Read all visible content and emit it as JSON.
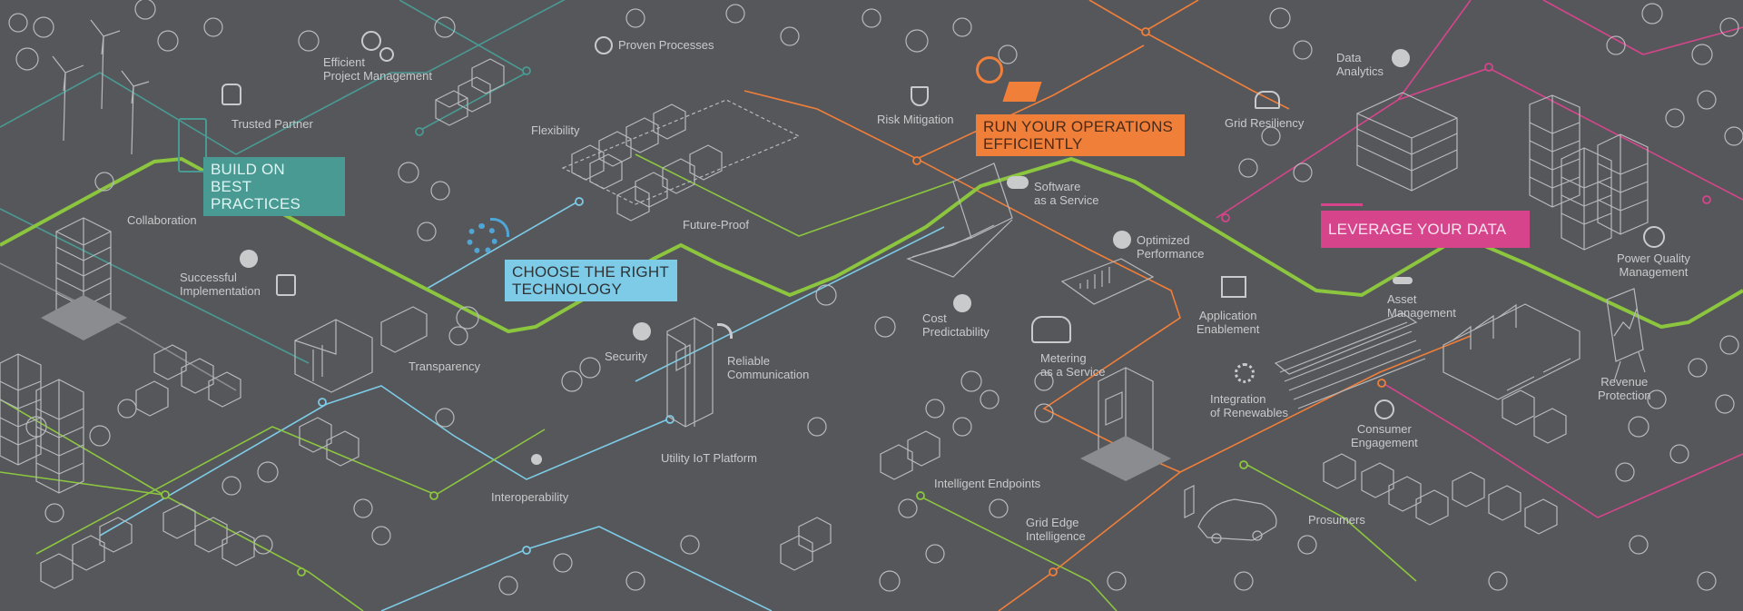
{
  "colors": {
    "background": "#56575b",
    "line_gray": "#b7b9bb",
    "green": "#8cc63f",
    "orange": "#f07f3a",
    "pink": "#d6458c",
    "blue": "#7dcbe6",
    "teal": "#4a9a94"
  },
  "banners": {
    "best_practices": "BUILD ON\nBEST PRACTICES",
    "right_technology": "CHOOSE THE RIGHT\nTECHNOLOGY",
    "operations": "RUN YOUR OPERATIONS\nEFFICIENTLY",
    "data": "LEVERAGE YOUR DATA"
  },
  "labels": {
    "efficient_pm": "Efficient\nProject Management",
    "proven_processes": "Proven Processes",
    "trusted_partner": "Trusted Partner",
    "flexibility": "Flexibility",
    "collaboration": "Collaboration",
    "future_proof": "Future-Proof",
    "successful_impl": "Successful\nImplementation",
    "transparency": "Transparency",
    "security": "Security",
    "reliable_comm": "Reliable\nCommunication",
    "interoperability": "Interoperability",
    "utility_iot": "Utility IoT Platform",
    "risk_mitigation": "Risk Mitigation",
    "software_service": "Software\nas a Service",
    "cost_predictability": "Cost\nPredictability",
    "optimized_perf": "Optimized\nPerformance",
    "metering_service": "Metering\nas a Service",
    "intelligent_endpoints": "Intelligent Endpoints",
    "grid_edge": "Grid Edge\nIntelligence",
    "grid_resiliency": "Grid Resiliency",
    "data_analytics": "Data\nAnalytics",
    "application_enablement": "Application\nEnablement",
    "asset_management": "Asset\nManagement",
    "integration_renewables": "Integration\nof Renewables",
    "consumer_engagement": "Consumer\nEngagement",
    "prosumers": "Prosumers",
    "power_quality": "Power Quality\nManagement",
    "revenue_protection": "Revenue\nProtection"
  }
}
